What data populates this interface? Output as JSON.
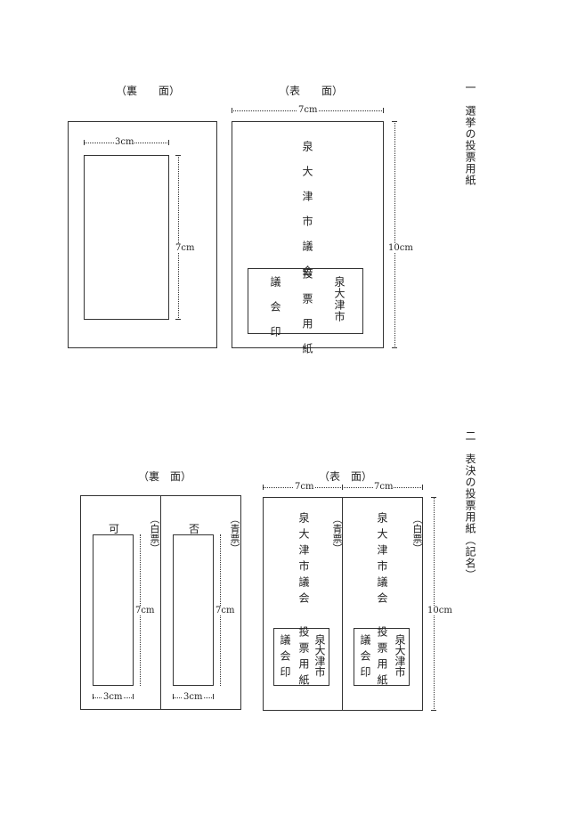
{
  "section1": {
    "heading": "一　選挙の投票用紙",
    "back_caption": "（裏　　面）",
    "front_caption": "（表　　面）",
    "back_width_dim": "3cm",
    "back_height_dim": "7cm",
    "front_width_dim": "7cm",
    "front_height_dim": "10cm",
    "title_top": "泉大津市議会",
    "title_bottom": "投票用紙",
    "stamp_left": "議会印",
    "stamp_right": "泉大津市"
  },
  "section2": {
    "heading": "二　表決の投票用紙（記名）",
    "back_caption": "（裏　面）",
    "front_caption": "（表　面）",
    "yes_label": "可",
    "no_label": "否",
    "white_tag": "（白票）",
    "blue_tag": "（青票）",
    "height_dim": "7cm",
    "width_dim": "3cm",
    "front_width_dim": "7cm",
    "front_height_dim": "10cm",
    "title_top": "泉大津市議会",
    "title_bottom": "投票用紙",
    "stamp_left": "議会印",
    "stamp_right": "泉大津市"
  }
}
